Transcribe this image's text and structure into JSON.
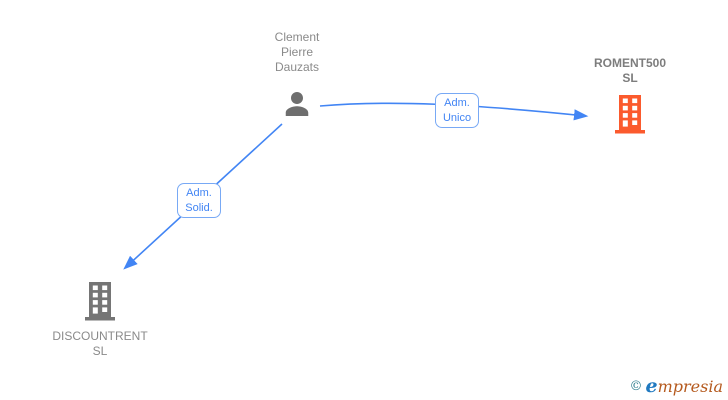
{
  "diagram": {
    "nodes": {
      "person": {
        "name_line1": "Clement",
        "name_line2": "Pierre",
        "name_line3": "Dauzats",
        "icon": "person-icon"
      },
      "roment": {
        "name_line1": "ROMENT500",
        "name_line2": "SL",
        "icon": "building-icon",
        "icon_color": "#fb5a2d"
      },
      "discountrent": {
        "name_line1": "DISCOUNTRENT",
        "name_line2": "SL",
        "icon": "building-icon",
        "icon_color": "#757575"
      }
    },
    "edges": {
      "adm_unico": {
        "label_line1": "Adm.",
        "label_line2": "Unico",
        "from": "person",
        "to": "roment"
      },
      "adm_solid": {
        "label_line1": "Adm.",
        "label_line2": "Solid.",
        "from": "person",
        "to": "discountrent"
      }
    },
    "colors": {
      "edge_blue": "#4285f4",
      "edge_box_border": "#78a9f5",
      "person_gray": "#6e6e6e",
      "building_gray": "#757575",
      "building_orange": "#fb5a2d",
      "label_gray": "#8a8a8a"
    }
  },
  "footer": {
    "copyright_symbol": "©",
    "brand_first_letter": "e",
    "brand_rest": "mpresia"
  }
}
